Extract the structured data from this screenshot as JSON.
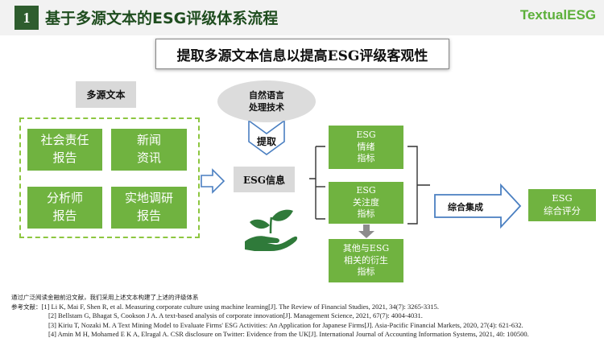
{
  "header": {
    "number": "1",
    "title": "基于多源文本的ESG评级体系流程",
    "brand": "TextualESG"
  },
  "subtitle": "提取多源文本信息以提高ESG评级客观性",
  "sources": {
    "label": "多源文本",
    "items": [
      "社会责任\n报告",
      "新闻\n资讯",
      "分析师\n报告",
      "实地调研\n报告"
    ]
  },
  "nlp": {
    "label": "自然语言\n处理技术",
    "extract_label": "提取"
  },
  "esg_info_label": "ESG信息",
  "outputs": [
    "ESG\n情绪\n指标",
    "ESG\n关注度\n指标",
    "其他与ESG\n相关的衍生\n指标"
  ],
  "aggregate_label": "综合集成",
  "final": "ESG\n综合评分",
  "notes": {
    "intro": "通过广泛阅读金融前沿文献，我们采用上述文本构建了上述的评级体系",
    "ref_prefix": "参考文献：",
    "references": [
      "[1] Li K, Mai F, Shen R, et al. Measuring corporate culture using machine learning[J]. The Review of Financial Studies, 2021, 34(7): 3265-3315.",
      "[2] Bellstam G, Bhagat S, Cookson J A. A text-based analysis of corporate innovation[J]. Management Science, 2021, 67(7): 4004-4031.",
      "[3] Kiriu T, Nozaki M. A Text Mining Model to Evaluate Firms' ESG Activities: An Application for Japanese Firms[J]. Asia-Pacific Financial Markets, 2020, 27(4): 621-632.",
      "[4] Amin M H, Mohamed E K A, Elragal A. CSR disclosure on Twitter: Evidence from the UK[J]. International Journal of Accounting Information Systems, 2021, 40: 100500."
    ]
  },
  "colors": {
    "dark_green": "#2e5d2e",
    "box_green": "#70b340",
    "brand_green": "#5cb03a",
    "arrow_blue": "#4a7fc1",
    "gray": "#d9d9d9"
  },
  "icons": [
    "plant-in-hand-icon"
  ]
}
